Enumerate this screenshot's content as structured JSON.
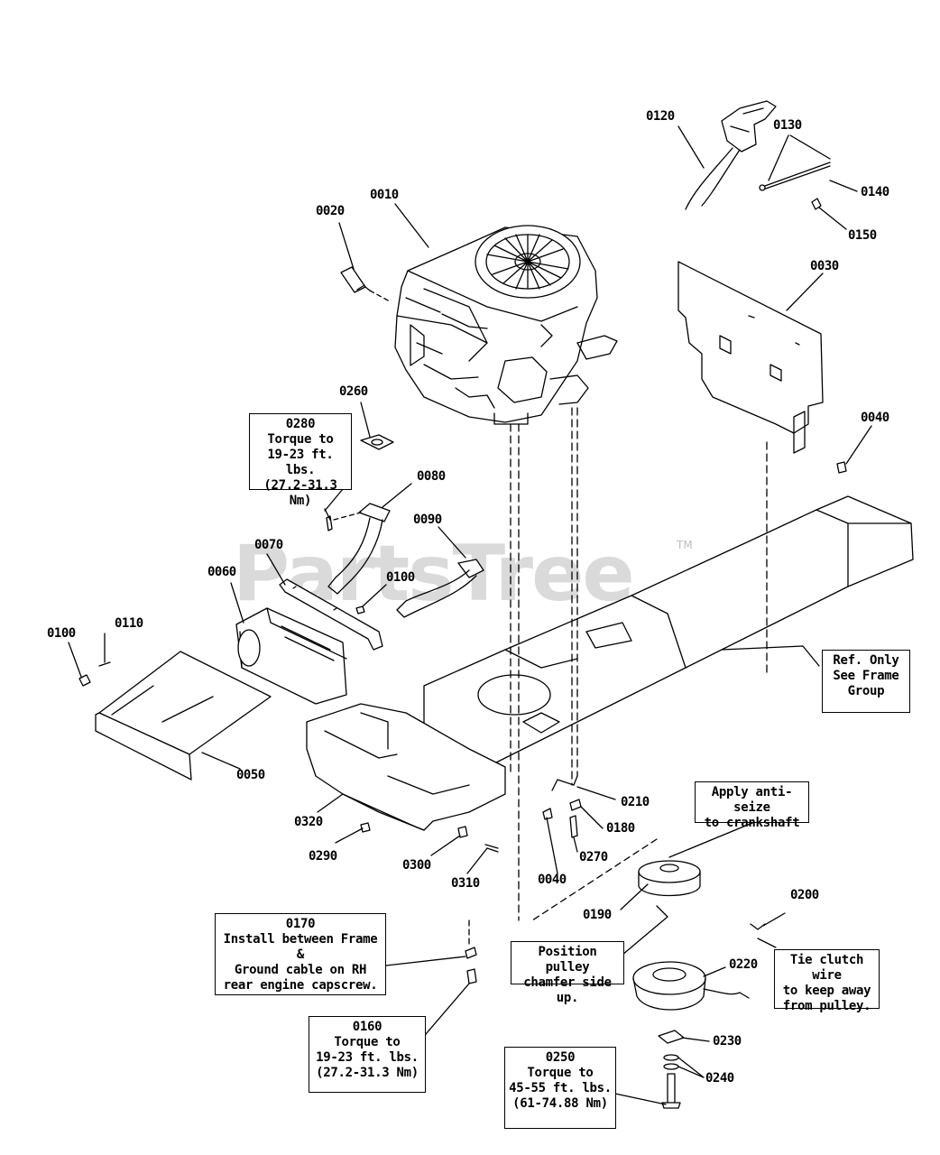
{
  "watermark": {
    "text": "PartsTree",
    "tm": "TM"
  },
  "labels": {
    "p0010": "0010",
    "p0020": "0020",
    "p0030": "0030",
    "p0040a": "0040",
    "p0040b": "0040",
    "p0050": "0050",
    "p0060": "0060",
    "p0070": "0070",
    "p0080": "0080",
    "p0090": "0090",
    "p0100a": "0100",
    "p0100b": "0100",
    "p0110": "0110",
    "p0120": "0120",
    "p0130": "0130",
    "p0140": "0140",
    "p0150": "0150",
    "p0180": "0180",
    "p0190": "0190",
    "p0200": "0200",
    "p0210": "0210",
    "p0220": "0220",
    "p0230": "0230",
    "p0240": "0240",
    "p0260": "0260",
    "p0270": "0270",
    "p0290": "0290",
    "p0300": "0300",
    "p0310": "0310",
    "p0320": "0320"
  },
  "notes": {
    "n0280": [
      "0280",
      "Torque to",
      "19-23 ft. lbs.",
      "(27.2-31.3 Nm)"
    ],
    "frame": [
      "Ref. Only",
      "See Frame",
      "Group"
    ],
    "antiseize": [
      "Apply anti-seize",
      "to crankshaft"
    ],
    "n0170": [
      "0170",
      "Install between Frame &",
      "Ground cable on RH",
      "rear engine capscrew."
    ],
    "n0160": [
      "0160",
      "Torque to",
      "19-23 ft. lbs.",
      "(27.2-31.3 Nm)"
    ],
    "pulley": [
      "Position pulley",
      "chamfer side up."
    ],
    "clutchwire": [
      "Tie clutch wire",
      "to keep away",
      "from pulley."
    ],
    "n0250": [
      "0250",
      "Torque to",
      "45-55 ft. lbs.",
      "(61-74.88 Nm)"
    ]
  }
}
